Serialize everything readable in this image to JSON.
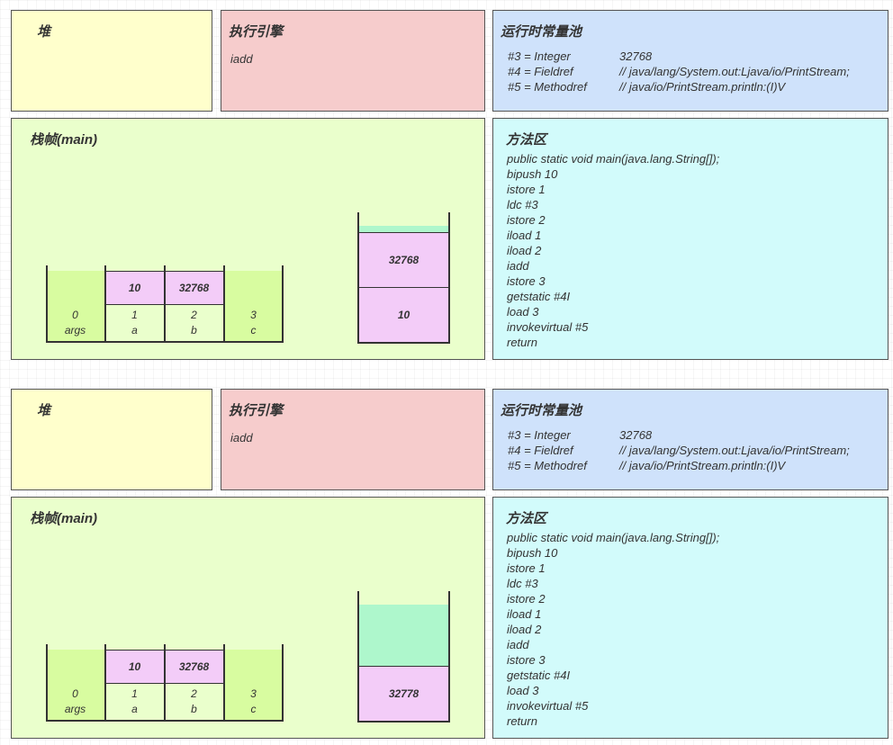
{
  "snapshots": [
    {
      "heap": {
        "title": "堆"
      },
      "engine": {
        "title": "执行引擎",
        "instruction": "iadd"
      },
      "pool": {
        "title": "运行时常量池",
        "rows": [
          {
            "key": "#3 = Integer",
            "value": "32768"
          },
          {
            "key": "#4 = Fieldref",
            "value": "// java/lang/System.out:Ljava/io/PrintStream;"
          },
          {
            "key": "#5 = Methodref",
            "value": "// java/io/PrintStream.println:(I)V"
          }
        ]
      },
      "frame": {
        "title": "栈帧(main)",
        "locals": [
          {
            "index": "0",
            "name": "args",
            "value": ""
          },
          {
            "index": "1",
            "name": "a",
            "value": "10"
          },
          {
            "index": "2",
            "name": "b",
            "value": "32768"
          },
          {
            "index": "3",
            "name": "c",
            "value": ""
          }
        ],
        "operand_stack": [
          "32768",
          "10"
        ]
      },
      "method": {
        "title": "方法区",
        "lines": [
          "public static void main(java.lang.String[]);",
          "bipush 10",
          "istore 1",
          "ldc #3",
          "istore 2",
          "iload 1",
          "iload 2",
          "iadd",
          "istore 3",
          "getstatic #4I",
          "load 3",
          "invokevirtual #5",
          "return"
        ]
      }
    },
    {
      "heap": {
        "title": "堆"
      },
      "engine": {
        "title": "执行引擎",
        "instruction": "iadd"
      },
      "pool": {
        "title": "运行时常量池",
        "rows": [
          {
            "key": "#3 = Integer",
            "value": "32768"
          },
          {
            "key": "#4 = Fieldref",
            "value": "// java/lang/System.out:Ljava/io/PrintStream;"
          },
          {
            "key": "#5 = Methodref",
            "value": "// java/io/PrintStream.println:(I)V"
          }
        ]
      },
      "frame": {
        "title": "栈帧(main)",
        "locals": [
          {
            "index": "0",
            "name": "args",
            "value": ""
          },
          {
            "index": "1",
            "name": "a",
            "value": "10"
          },
          {
            "index": "2",
            "name": "b",
            "value": "32768"
          },
          {
            "index": "3",
            "name": "c",
            "value": ""
          }
        ],
        "operand_stack": [
          "32778"
        ]
      },
      "method": {
        "title": "方法区",
        "lines": [
          "public static void main(java.lang.String[]);",
          "bipush 10",
          "istore 1",
          "ldc #3",
          "istore 2",
          "iload 1",
          "iload 2",
          "iadd",
          "istore 3",
          "getstatic #4I",
          "load 3",
          "invokevirtual #5",
          "return"
        ]
      }
    }
  ]
}
